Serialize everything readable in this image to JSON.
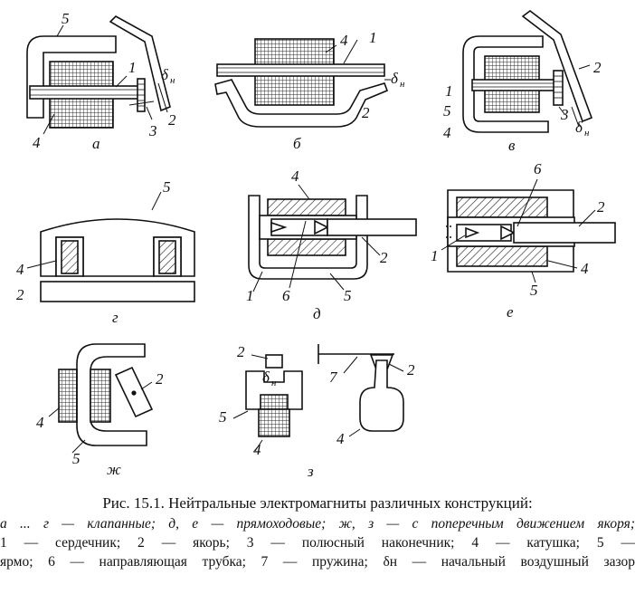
{
  "figure": {
    "labels": {
      "n1": "1",
      "n2": "2",
      "n3": "3",
      "n4": "4",
      "n5": "5",
      "n6": "6",
      "n7": "7",
      "delta": "δ",
      "delta_sub": "н"
    },
    "panels": {
      "a": "а",
      "b": "б",
      "v": "в",
      "g": "г",
      "d": "д",
      "e": "е",
      "zh": "ж",
      "z": "з"
    }
  },
  "caption": {
    "title": "Рис. 15.1. Нейтральные электромагниты различных конструкций:",
    "line1": "а ... г — клапанные; д, е — прямоходовые; ж, з — с поперечным движением якоря;",
    "line2": "1 — сердечник; 2 — якорь; 3 — полюсный наконечник; 4 — катушка; 5 —",
    "line3": "ярмо; 6 — направляющая трубка; 7 — пружина; δн — начальный воздушный зазор"
  }
}
